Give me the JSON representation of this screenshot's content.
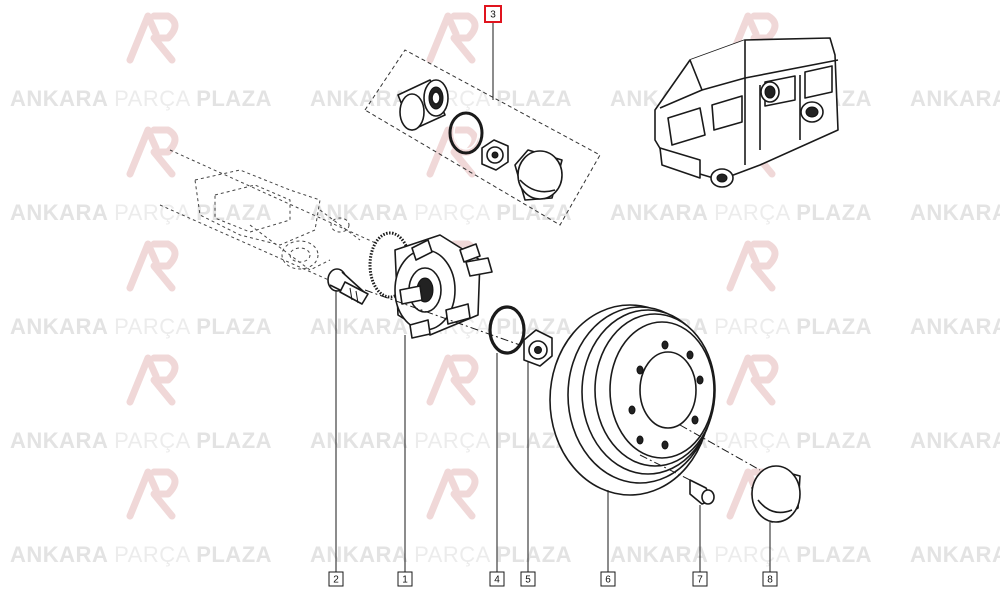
{
  "watermark": {
    "brand_bold_1": "ANKARA",
    "brand_thin": "PARÇA",
    "brand_bold_2": "PLAZA"
  },
  "callouts": [
    {
      "id": "label-2",
      "text": "2"
    },
    {
      "id": "label-1",
      "text": "1"
    },
    {
      "id": "label-4",
      "text": "4"
    },
    {
      "id": "label-5",
      "text": "5"
    },
    {
      "id": "label-6",
      "text": "6"
    },
    {
      "id": "label-7",
      "text": "7"
    },
    {
      "id": "label-8",
      "text": "8"
    },
    {
      "id": "label-3",
      "text": "3",
      "highlight": true
    }
  ],
  "colors": {
    "highlight": "#e0141e",
    "line": "#1a1a1a",
    "watermark_text": "#e3e3e3",
    "watermark_logo": "#f0d8d8"
  }
}
